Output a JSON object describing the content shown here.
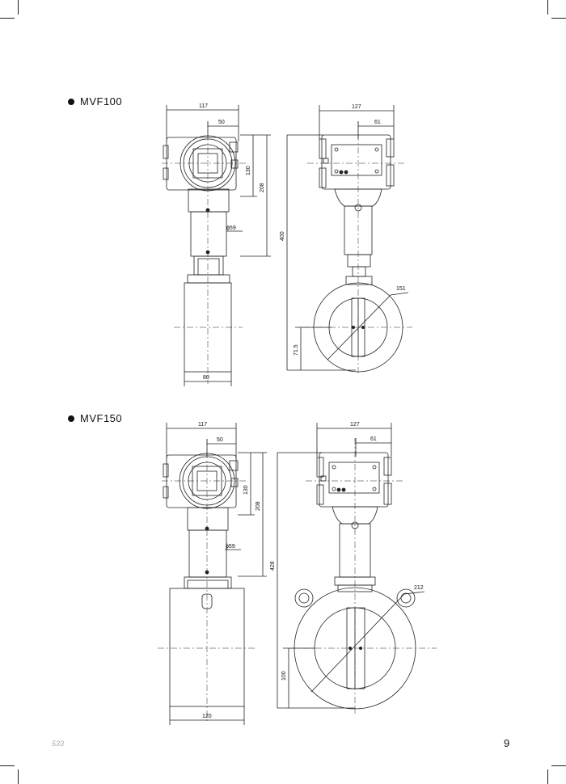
{
  "sections": [
    {
      "title": "MVF100",
      "dims": {
        "a": "117",
        "b": "50",
        "c": "130",
        "d": "208",
        "e": "ϕ59",
        "f": "80",
        "g": "127",
        "h": "61",
        "i": "400",
        "j": "151",
        "k": "71.5"
      }
    },
    {
      "title": "MVF150",
      "dims": {
        "a": "117",
        "b": "50",
        "c": "130",
        "d": "208",
        "e": "ϕ59",
        "f": "120",
        "g": "127",
        "h": "61",
        "i": "428",
        "j": "212",
        "k": "100"
      }
    }
  ],
  "footer": {
    "code": "533",
    "page": "9"
  }
}
